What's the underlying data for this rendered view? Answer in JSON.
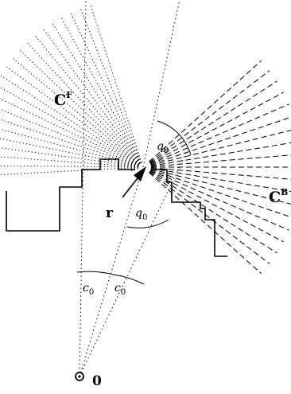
{
  "labels": {
    "front_cone": "C",
    "front_cone_sup": "F",
    "back_cone": "C",
    "back_cone_sup": "B",
    "position": "r",
    "angle_q_upper": "q",
    "angle_q_upper_sub": "0",
    "angle_q_lower": "q",
    "angle_q_lower_sub": "0",
    "angle_c_left": "c",
    "angle_c_left_sub": "0",
    "angle_c_right": "c",
    "angle_c_right_sub": "0",
    "origin": "0"
  },
  "colors": {
    "ink": "#000000",
    "background": "#ffffff"
  }
}
